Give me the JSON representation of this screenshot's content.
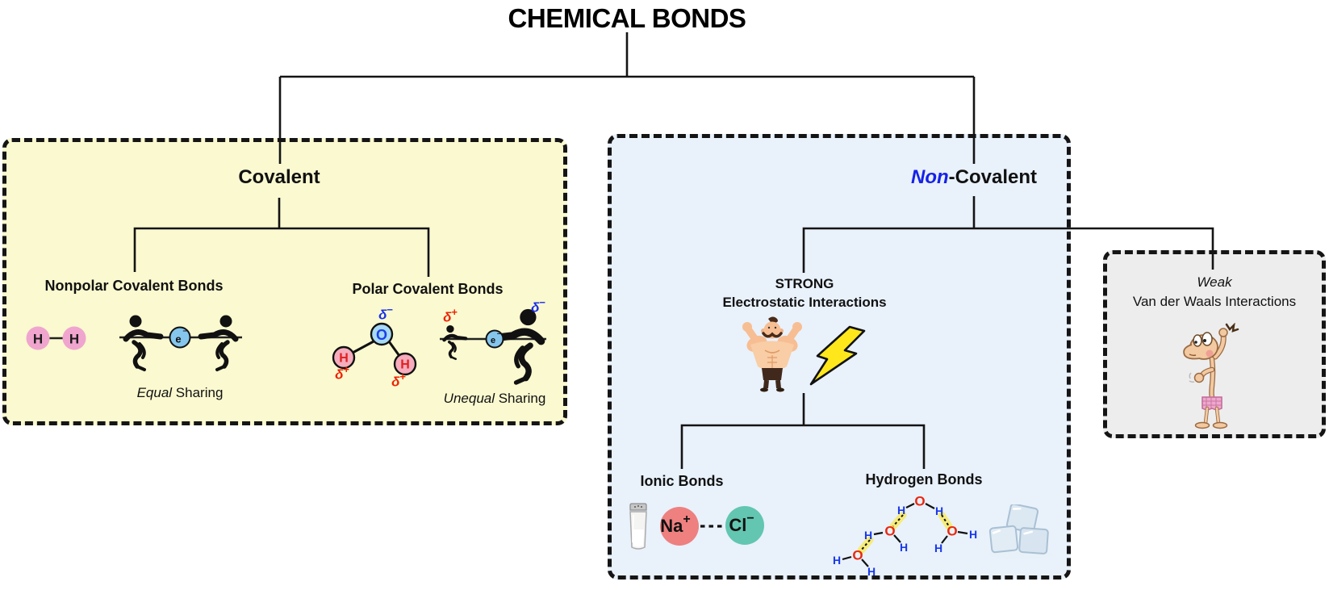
{
  "title": "CHEMICAL BONDS",
  "symbols": {
    "delta": "δ",
    "plus": "+",
    "minus": "−",
    "e": "e",
    "h": "H",
    "o": "O"
  },
  "covalent": {
    "title": "Covalent",
    "nonpolar": {
      "label": "Nonpolar Covalent Bonds",
      "caption_em": "Equal",
      "caption": " Sharing"
    },
    "polar": {
      "label": "Polar Covalent Bonds",
      "caption_em": "Unequal",
      "caption": " Sharing"
    }
  },
  "noncovalent": {
    "title_em": "Non",
    "title": "-Covalent",
    "strong": {
      "line1": "STRONG",
      "line2": "Electrostatic Interactions"
    },
    "ionic": {
      "label": "Ionic Bonds",
      "cation": "Na",
      "anion": "Cl"
    },
    "hbond": {
      "label": "Hydrogen Bonds"
    }
  },
  "vdw": {
    "line1": "Weak",
    "line2": "Van der Waals Interactions"
  },
  "colors": {
    "covalent_bg": "#FAF9D0",
    "noncovalent_bg": "#E9F1FB",
    "vdw_bg": "#EDEDED",
    "h2_pink": "#F0A5CE",
    "electron_blue": "#85C6EC",
    "oxygen_circle_blue": "#A8D9F5",
    "hydrogen_circle_pink": "#F5ACBC",
    "o_letter_blue": "#1A40E8",
    "h_letter_red": "#E02020",
    "na_red": "#EE8080",
    "cl_teal": "#62C6B0",
    "delta_blue": "#1A2FE8",
    "delta_red": "#EE2200",
    "non_blue": "#1522E8",
    "bolt_yellow": "#FFE71C",
    "hbond_highlight": "#F6EC7A",
    "cluster_h_blue": "#1838E8",
    "cluster_o_red": "#E82810"
  }
}
